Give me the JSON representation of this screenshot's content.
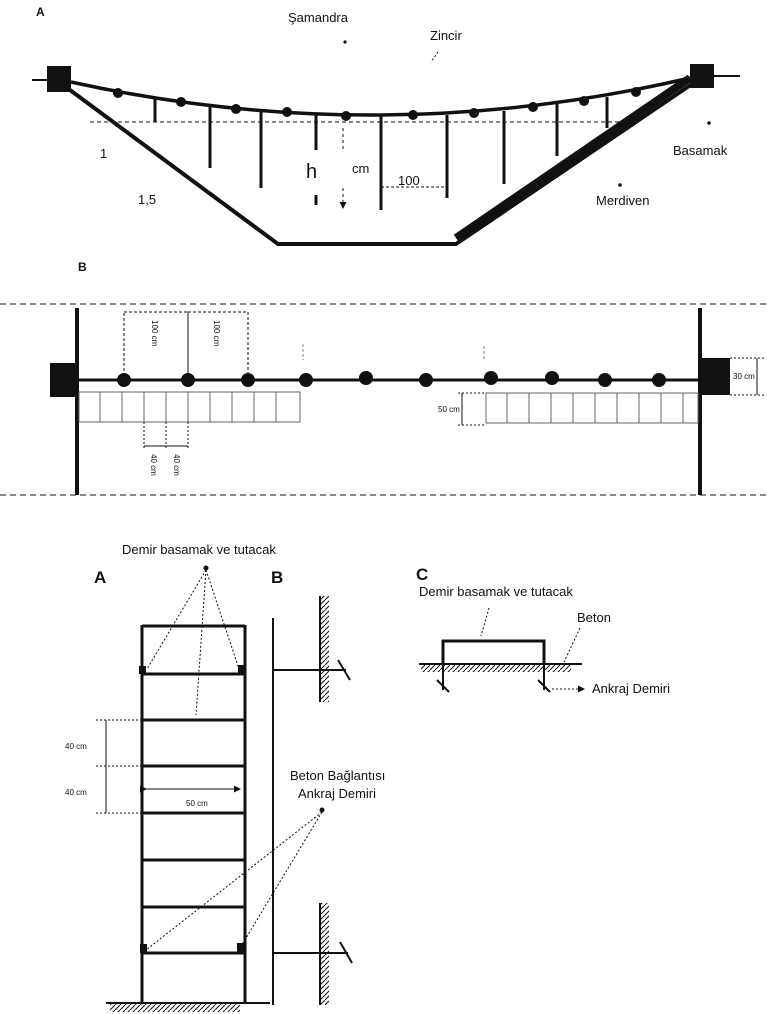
{
  "top": {
    "panel_a": "A",
    "panel_b": "B",
    "samandra": "Şamandra",
    "zincir": "Zincir",
    "basamak": "Basamak",
    "merdiven": "Merdiven",
    "slope_1": "1",
    "slope_15": "1,5",
    "h": "h",
    "cm": "cm",
    "spacing_100": "100",
    "b_100a": "100 cm",
    "b_100b": "100 cm",
    "b_30": "30 cm",
    "b_50": "50 cm",
    "b_40a": "40 cm",
    "b_40b": "40 cm"
  },
  "bottom": {
    "label_demir_a": "Demir basamak ve tutacak",
    "panel_a": "A",
    "panel_b": "B",
    "panel_c": "C",
    "label_demir_c": "Demir basamak ve tutacak",
    "beton": "Beton",
    "ankraj": "Ankraj Demiri",
    "d40a": "40 cm",
    "d40b": "40 cm",
    "d50": "50 cm",
    "beton_baglantisi": "Beton Bağlantısı",
    "ankraj_demiri": "Ankraj Demiri"
  }
}
